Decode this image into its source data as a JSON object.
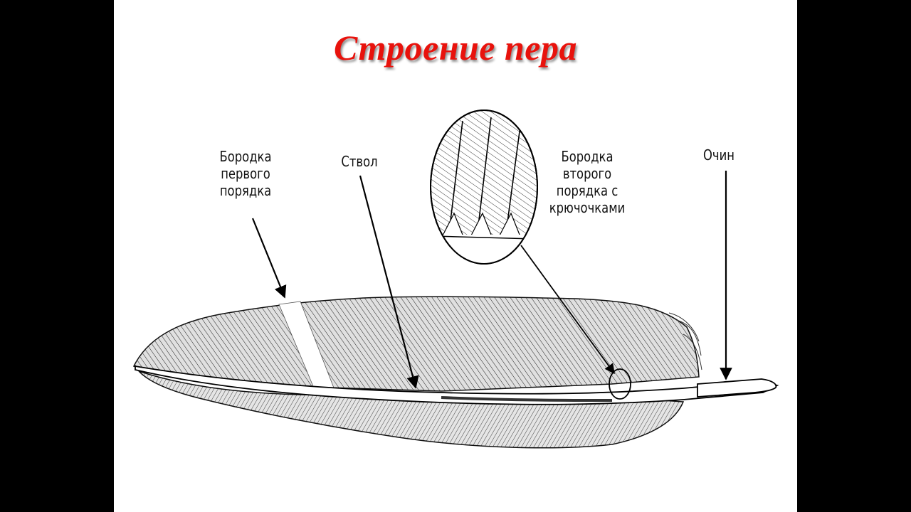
{
  "slide": {
    "title": "Строение пера",
    "title_color": "#e8120c",
    "background": "#ffffff",
    "frame_color": "#000000"
  },
  "labels": {
    "barb_first_order": [
      "Бородка",
      "первого",
      "порядка"
    ],
    "shaft": [
      "Ствол"
    ],
    "barb_second_order": [
      "Бородка",
      "второго",
      "порядка с",
      "крючочками"
    ],
    "quill": [
      "Очин"
    ]
  }
}
